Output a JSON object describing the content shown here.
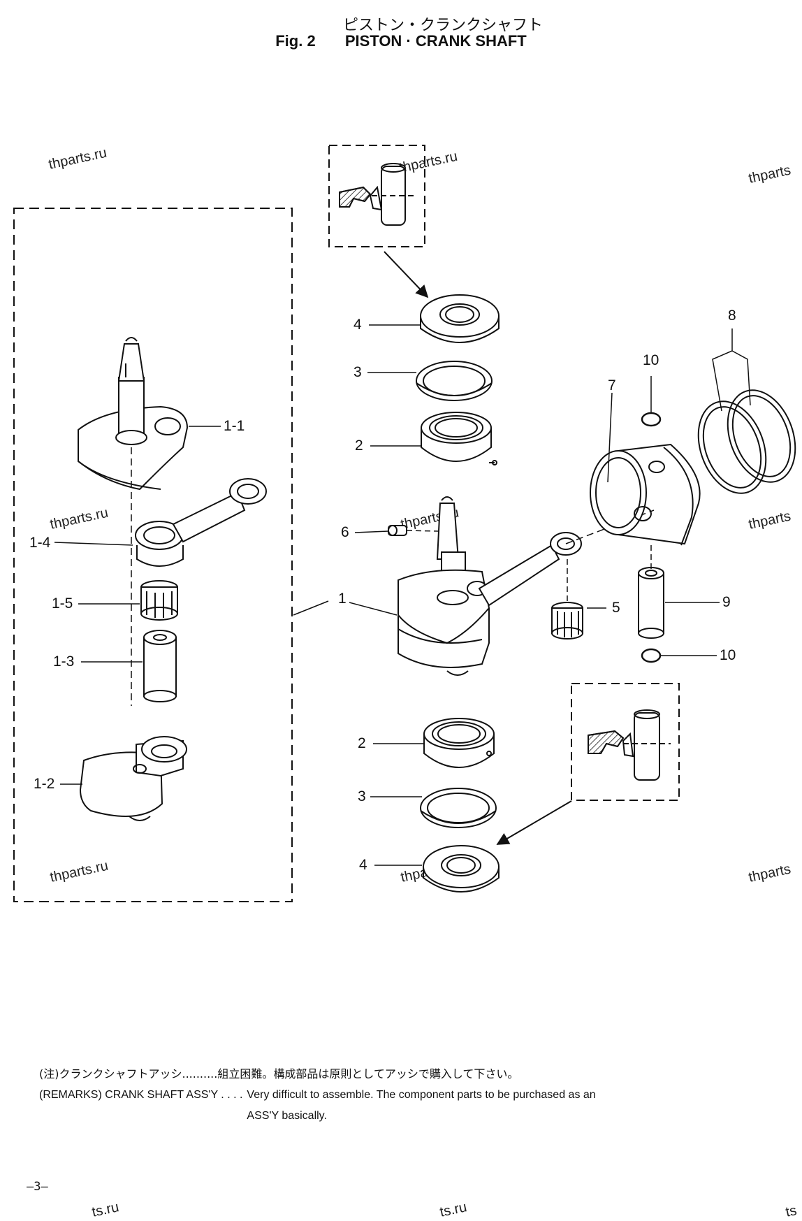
{
  "title": {
    "jp": "ピストン・クランクシャフト",
    "fig": "Fig. 2",
    "en": "PISTON · CRANK SHAFT"
  },
  "watermarks": [
    "thparts.ru",
    "thparts.ru",
    "thparts",
    "thparts.ru",
    "thparts.ru",
    "thparts",
    "thparts.ru",
    "thparts.ru",
    "thparts",
    "ts.ru",
    "ts.ru",
    "ts"
  ],
  "part_labels": {
    "crank_weight_upper": "1-1",
    "conrod": "1-4",
    "needle_bearing_assy": "1-5",
    "crank_pin": "1-3",
    "crank_weight_lower": "1-2",
    "crankshaft_assy": "1",
    "oil_seal_top": "4",
    "washer_top": "3",
    "bearing_top": "2",
    "key": "6",
    "needle_bearing": "5",
    "piston": "7",
    "piston_ring": "8",
    "piston_pin": "9",
    "clip_top": "10",
    "clip_bottom": "10",
    "bearing_bottom": "2",
    "washer_bottom": "3",
    "oil_seal_bottom": "4"
  },
  "notes": {
    "jp_line": "(注)クランクシャフトアッシ..........組立困難。構成部品は原則としてアッシで購入して下さい。",
    "remarks_label": "(REMARKS) CRANK SHAFT ASS'Y . . . .",
    "remarks_text1": "Very difficult to assemble. The component parts to be purchased as an",
    "remarks_text2": "ASS'Y basically."
  },
  "page_number": "—3—"
}
